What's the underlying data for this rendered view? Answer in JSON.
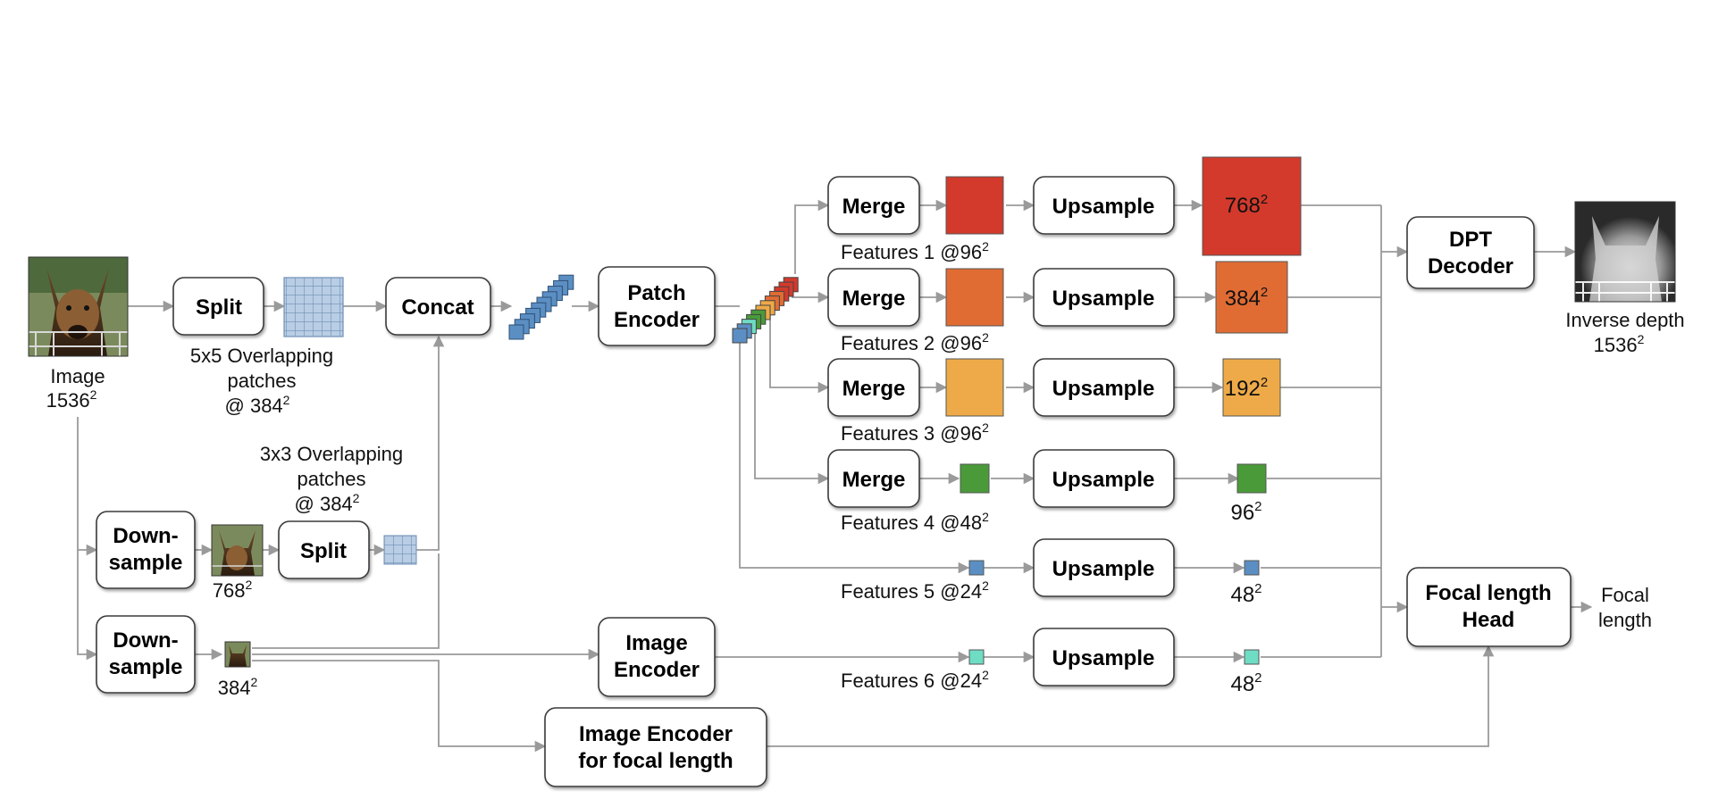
{
  "boxes": {
    "split1": "Split",
    "concat": "Concat",
    "patch_encoder": [
      "Patch",
      "Encoder"
    ],
    "merge": "Merge",
    "upsample": "Upsample",
    "dpt_decoder": [
      "DPT",
      "Decoder"
    ],
    "downsample": [
      "Down-",
      "sample"
    ],
    "split2": "Split",
    "image_encoder": [
      "Image",
      "Encoder"
    ],
    "image_encoder_focal": [
      "Image Encoder",
      "for focal length"
    ],
    "focal_head": [
      "Focal length",
      "Head"
    ]
  },
  "labels": {
    "input_image": [
      "Image",
      "1536"
    ],
    "patches_5x5": [
      "5x5 Overlapping",
      "patches",
      "@ 384"
    ],
    "patches_3x3": [
      "3x3 Overlapping",
      "patches",
      "@ 384"
    ],
    "down1_size": "768",
    "down2_size": "384",
    "features": [
      {
        "name": "Features 1 @96",
        "out": "768"
      },
      {
        "name": "Features 2 @96",
        "out": "384"
      },
      {
        "name": "Features 3 @96",
        "out": "192"
      },
      {
        "name": "Features 4 @48",
        "out": "96"
      },
      {
        "name": "Features 5 @24",
        "out": "48"
      },
      {
        "name": "Features 6 @24",
        "out": "48"
      }
    ],
    "inverse_depth": [
      "Inverse depth",
      "1536"
    ],
    "focal_length": [
      "Focal",
      "length"
    ],
    "superscript": "2"
  },
  "colors": {
    "f1": "#d33a2c",
    "f2": "#e06c34",
    "f3": "#eeaa48",
    "f4": "#4a9a3a",
    "f5": "#5b8fc4",
    "f6": "#6fdcc4",
    "patch": "#a7c0dc",
    "token": "#5b8fc4"
  },
  "icons": [
    "dog-photo-icon",
    "depth-map-icon",
    "patch-grid-icon",
    "token-stack-icon"
  ]
}
